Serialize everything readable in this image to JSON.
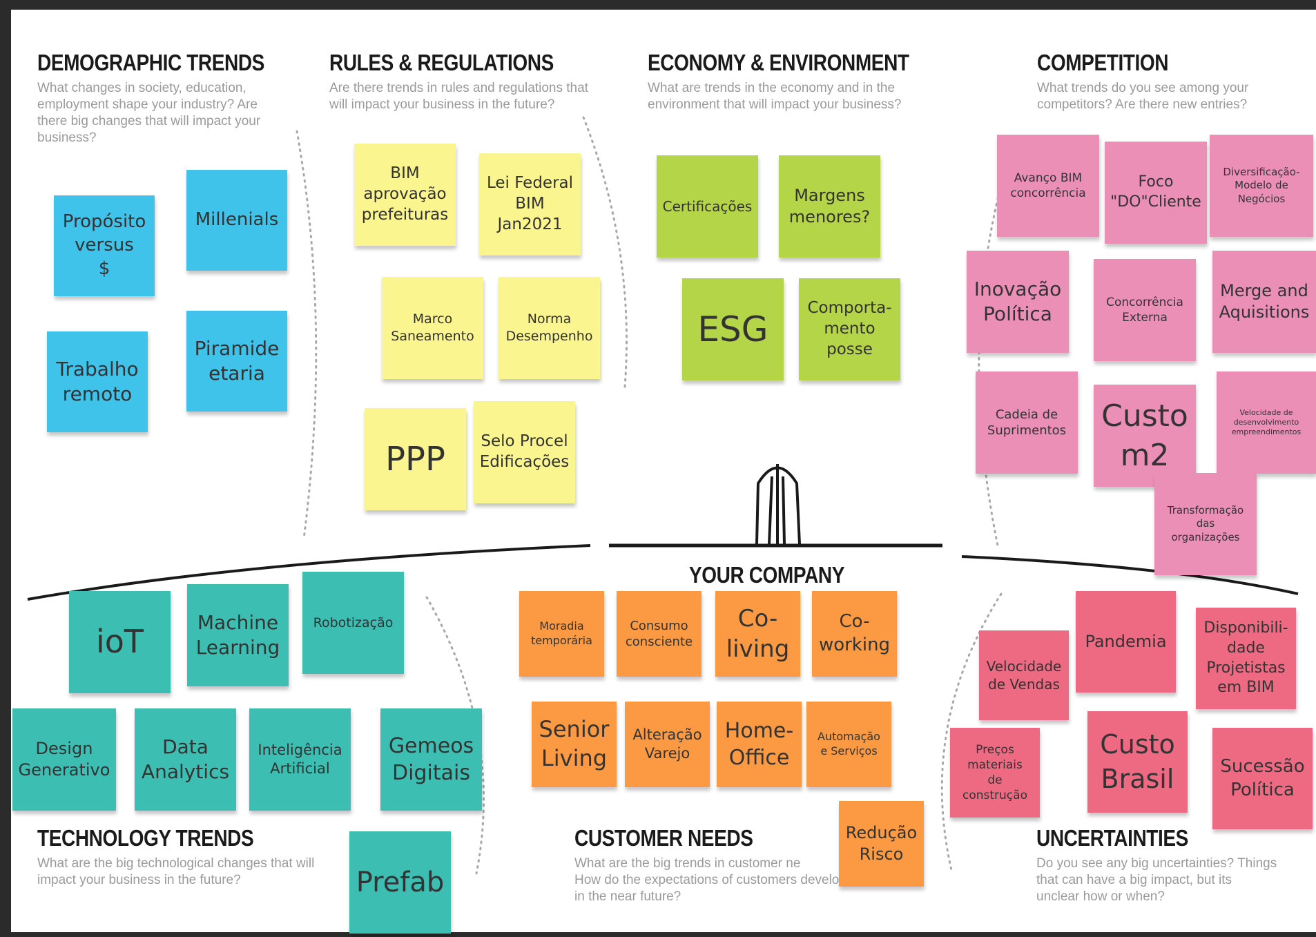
{
  "sections": {
    "demographic": {
      "title": "DEMOGRAPHIC TRENDS",
      "desc": "What changes in society, education, employment shape your industry? Are there big changes that will impact your business?"
    },
    "rules": {
      "title": "RULES & REGULATIONS",
      "desc": "Are there trends in rules and regulations that will impact your business in the future?"
    },
    "economy": {
      "title": "ECONOMY & ENVIRONMENT",
      "desc": "What are trends in the economy and in the environment that will impact your business?"
    },
    "competition": {
      "title": "COMPETITION",
      "desc": "What trends do you see among your competitors? Are there new entries?"
    },
    "company": {
      "title": "YOUR COMPANY"
    },
    "technology": {
      "title": "TECHNOLOGY TRENDS",
      "desc": "What are the big technological changes that will impact your business in the future?"
    },
    "customer": {
      "title": "CUSTOMER NEEDS",
      "desc": "What are the big trends in customer ne\nHow do the expectations of customers develop in the near future?"
    },
    "uncertainties": {
      "title": "UNCERTAINTIES",
      "desc": "Do you see any big uncertainties? Things that can have a big impact, but its unclear how or when?"
    }
  },
  "notes": {
    "demographic": [
      "Propósito\nversus\n$",
      "Millenials",
      "Trabalho\nremoto",
      "Piramide\netaria"
    ],
    "rules": [
      "BIM\naprovação\nprefeituras",
      "Lei Federal\nBIM\nJan2021",
      "Marco\nSaneamento",
      "Norma\nDesempenho",
      "PPP",
      "Selo Procel\nEdificações"
    ],
    "economy": [
      "Certificações",
      "Margens\nmenores?",
      "ESG",
      "Comporta-\nmento\nposse"
    ],
    "competition": [
      "Avanço BIM\nconcorrência",
      "Foco\n\"DO\"Cliente",
      "Diversificação-\nModelo de\nNegócios",
      "Inovação\nPolítica",
      "Concorrência\nExterna",
      "Merge and\nAquisitions",
      "Cadeia de\nSuprimentos",
      "Custo\nm2",
      "Velocidade de\ndesenvolvimento\nempreendimentos",
      "Transformação\ndas\norganizações"
    ],
    "technology": [
      "ioT",
      "Machine\nLearning",
      "Robotização",
      "Design\nGenerativo",
      "Data\nAnalytics",
      "Inteligência\nArtificial",
      "Gemeos\nDigitais",
      "Prefab"
    ],
    "customer": [
      "Moradia\ntemporária",
      "Consumo\nconsciente",
      "Co-\nliving",
      "Co-\nworking",
      "Senior\nLiving",
      "Alteração\nVarejo",
      "Home-\nOffice",
      "Automação\ne Serviços",
      "Redução\nRisco"
    ],
    "uncertainties": [
      "Velocidade\nde Vendas",
      "Pandemia",
      "Disponibili-\ndade\nProjetistas\nem BIM",
      "Preços\nmateriais\nde\nconstrução",
      "Custo\nBrasil",
      "Sucessão\nPolítica"
    ]
  }
}
